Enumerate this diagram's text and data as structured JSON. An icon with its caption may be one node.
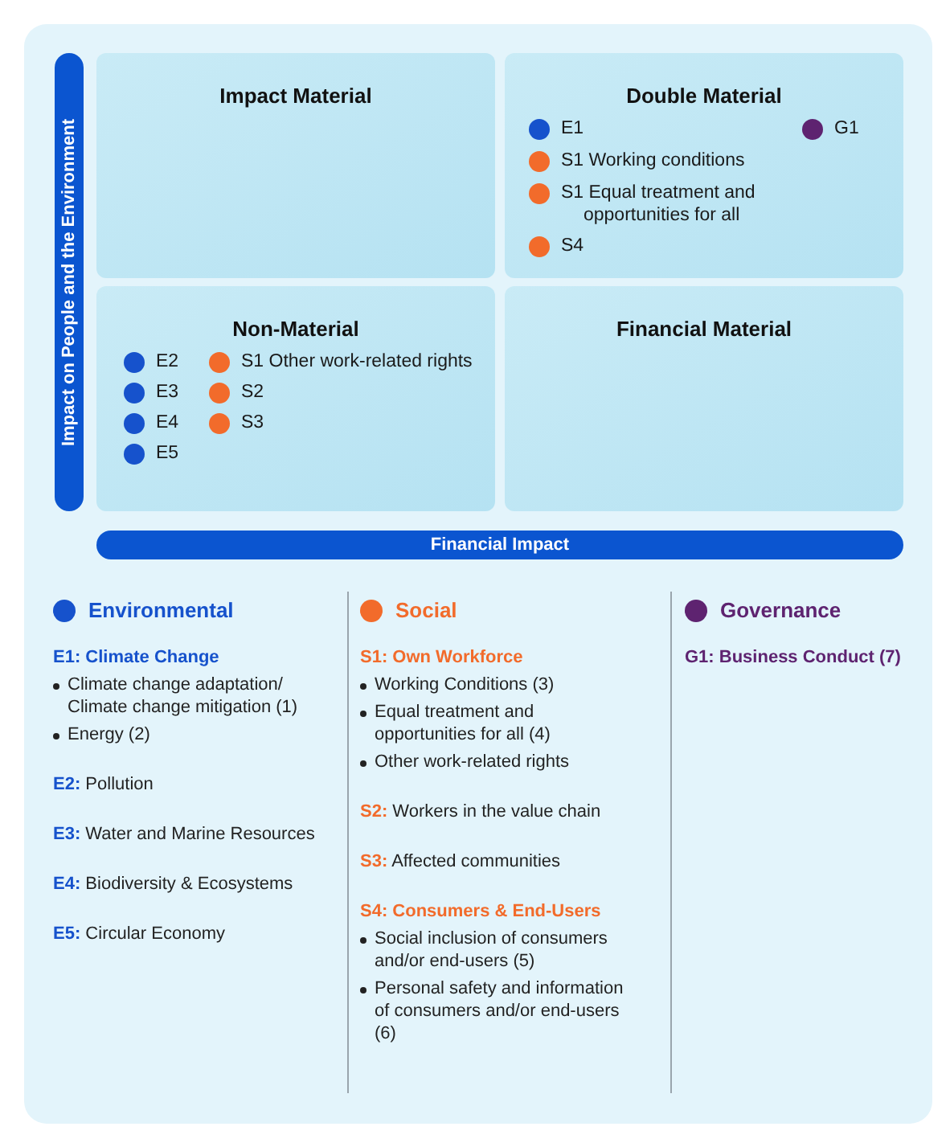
{
  "diagram": {
    "nodes": [
      {
        "text": [
          "Impact Material"
        ]
      },
      {
        "text": [
          "Double Material",
          "E1",
          "G1",
          "S1 Working conditions",
          "S1 Equal treatment and opportunities for all",
          "S4"
        ]
      },
      {
        "text": [
          "Non-Material",
          "E2",
          "E3",
          "E4",
          "E5",
          "S1 Other work-related rights",
          "S2",
          "S3"
        ]
      },
      {
        "text": [
          "Financial Material"
        ]
      },
      {
        "text": [
          "Impact on People and the Environment"
        ]
      },
      {
        "text": [
          "Financial Impact"
        ]
      }
    ],
    "edges": [],
    "labels": [
      "E1: Climate Change",
      "Climate change adaptation/ Climate change mitigation (1)",
      "Energy (2)",
      "**E2:** Pollution",
      "**E3:** Water and Marine Resources",
      "**E4:** Biodiversity & Ecosystems",
      "**E5:** Circular Economy",
      "S1: Own Workforce",
      "Working Conditions (3)",
      "Equal treatment and opportunities for all (4)",
      "Other work-related rights",
      "**S2:** Workers in the value chain",
      "**S3:** Affected communities",
      "S4: Consumers & End-Users",
      "Social inclusion of consumers and/or end-users (5)",
      "Personal safety and information of consumers and/or end-users (6)",
      "G1: Business Conduct (7)"
    ],
    "legend": [
      {
        "text": "Environmental",
        "color": "#1652cc"
      },
      {
        "text": "Social",
        "color": "#f26b2b"
      },
      {
        "text": "Governance",
        "color": "#5e2370"
      }
    ]
  }
}
